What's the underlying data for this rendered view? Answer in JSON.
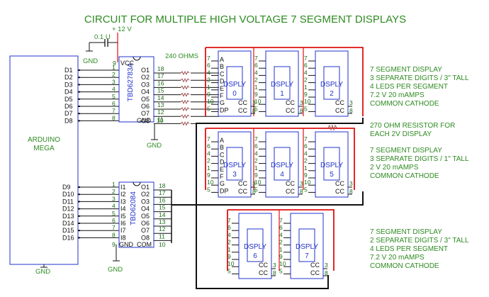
{
  "title": "CIRCUIT FOR MULTIPLE HIGH VOLTAGE 7 SEGMENT DISPLAYS",
  "supply": "+ 12 V",
  "capacitor": "0.1 U",
  "gnd": "GND",
  "resistor_top": "240 OHMS",
  "arduino": {
    "line1": "ARDUINO",
    "line2": "MEGA",
    "gnd": "GND"
  },
  "arduino_pins_top": [
    "D1",
    "D2",
    "D3",
    "D4",
    "D5",
    "D6",
    "D7",
    "D8"
  ],
  "arduino_pins_bottom": [
    "D9",
    "D10",
    "D11",
    "D12",
    "D13",
    "D14",
    "D15",
    "D16"
  ],
  "ic1": {
    "name": "TBD62783A",
    "inputs": [
      "1",
      "2",
      "3",
      "4",
      "5",
      "6",
      "7",
      "8"
    ],
    "outputs": [
      "O1",
      "O2",
      "O3",
      "O4",
      "O5",
      "O6",
      "O7",
      "O8"
    ],
    "out_pins": [
      "18",
      "17",
      "16",
      "15",
      "14",
      "13",
      "12",
      "11"
    ],
    "vcc": "VCC",
    "vcc_pin": "9",
    "gnd": "GND",
    "gnd_pin": "10"
  },
  "ic2": {
    "name": "TBD62084",
    "inputs": [
      "1",
      "2",
      "3",
      "4",
      "5",
      "6",
      "7",
      "8"
    ],
    "in_labels": [
      "I1",
      "I2",
      "I3",
      "I4",
      "I5",
      "I6",
      "I7",
      "I8"
    ],
    "outputs": [
      "O1",
      "O2",
      "O3",
      "O4",
      "O5",
      "O6",
      "O7",
      "O8"
    ],
    "out_pins": [
      "18",
      "17",
      "16",
      "15",
      "14",
      "13",
      "12",
      "11"
    ],
    "gnd": "GND",
    "com": "COM",
    "gnd_pin": "9",
    "com_pin": "10"
  },
  "segments": [
    "A",
    "B",
    "C",
    "D",
    "E",
    "F",
    "G",
    "DP"
  ],
  "seg_pins": [
    "7",
    "6",
    "4",
    "2",
    "1",
    "9",
    "10",
    "5"
  ],
  "cc_pins": [
    "3",
    "8"
  ],
  "displays": [
    {
      "label": "DSPLY",
      "num": "0"
    },
    {
      "label": "DSPLY",
      "num": "1"
    },
    {
      "label": "DSPLY",
      "num": "2"
    },
    {
      "label": "DSPLY",
      "num": "3"
    },
    {
      "label": "DSPLY",
      "num": "4"
    },
    {
      "label": "DSPLY",
      "num": "5"
    },
    {
      "label": "DSPLY",
      "num": "6"
    },
    {
      "label": "DSPLY",
      "num": "7"
    }
  ],
  "cc_label": "CC",
  "notes": {
    "group1": [
      "7 SEGMENT DISPLAY",
      "3 SEPARATE DIGITS / 3\" TALL",
      "4 LEDS PER SEGMENT",
      "7.2 V  20 mAMPS",
      "COMMON CATHODE"
    ],
    "resistor_note": [
      "270 OHM RESISTOR FOR",
      "EACH 2V DISPLAY"
    ],
    "group2": [
      "7 SEGMENT DISPLAY",
      "3 SEPARATE DIGITS / 1\" TALL",
      "2 V  20 mAMPS",
      "COMMON CATHODE"
    ],
    "group3": [
      "7 SEGMENT DISPLAY",
      "2 SEPARATE DIGITS / 3\" TALL",
      "4 LEDS PER SEGMENT",
      "7.2 V  20 mAMPS",
      "COMMON CATHODE"
    ]
  },
  "colors": {
    "green_text": "#2e8b22",
    "wire": "#111111",
    "red_bus": "#e01010",
    "ic_outline": "#2233cc",
    "resistor": "#a05050"
  }
}
